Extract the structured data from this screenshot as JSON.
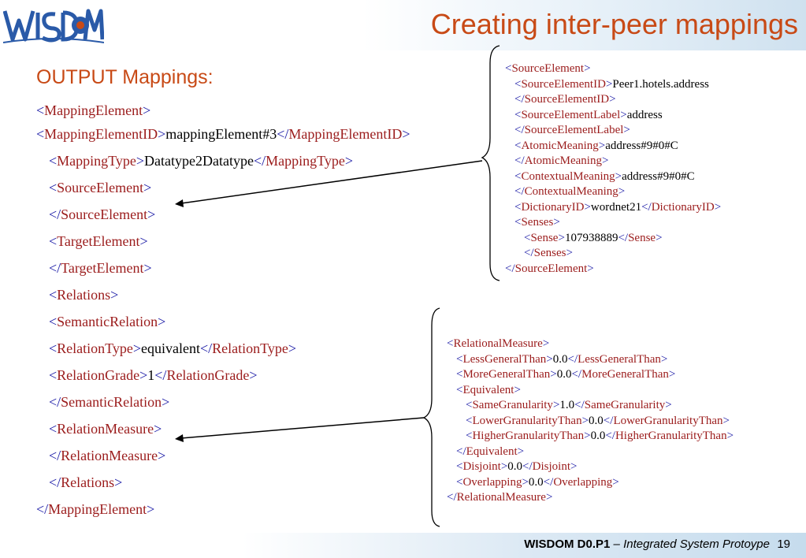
{
  "header": {
    "logo_text": "WISDOM",
    "title": "Creating inter-peer mappings"
  },
  "main": {
    "subtitle": "OUTPUT Mappings:",
    "mapping_lines": [
      {
        "open": "<",
        "tag": "MappingElement",
        "close": ">",
        "text": "",
        "open2": "",
        "tag2": "",
        "close2": ""
      },
      {
        "open": "<",
        "tag": "MappingElementID",
        "close": ">",
        "text": "mappingElement#3",
        "open2": "</",
        "tag2": "MappingElementID",
        "close2": ">"
      },
      {
        "open": "<",
        "tag": "MappingType",
        "close": ">",
        "text": "Datatype2Datatype",
        "open2": "</",
        "tag2": "MappingType",
        "close2": ">"
      },
      {
        "open": "<",
        "tag": "SourceElement",
        "close": ">",
        "text": "",
        "open2": "",
        "tag2": "",
        "close2": ""
      },
      {
        "open": "</",
        "tag": "SourceElement",
        "close": ">",
        "text": "",
        "open2": "",
        "tag2": "",
        "close2": ""
      },
      {
        "open": "<",
        "tag": "TargetElement",
        "close": ">",
        "text": "",
        "open2": "",
        "tag2": "",
        "close2": ""
      },
      {
        "open": "</",
        "tag": "TargetElement",
        "close": ">",
        "text": "",
        "open2": "",
        "tag2": "",
        "close2": ""
      },
      {
        "open": "<",
        "tag": "Relations",
        "close": ">",
        "text": "",
        "open2": "",
        "tag2": "",
        "close2": ""
      },
      {
        "open": "<",
        "tag": "SemanticRelation",
        "close": ">",
        "text": "",
        "open2": "",
        "tag2": "",
        "close2": ""
      },
      {
        "open": "<",
        "tag": "RelationType",
        "close": ">",
        "text": "equivalent",
        "open2": "</",
        "tag2": "RelationType",
        "close2": ">"
      },
      {
        "open": "<",
        "tag": "RelationGrade",
        "close": ">",
        "text": "1",
        "open2": "</",
        "tag2": "RelationGrade",
        "close2": ">"
      },
      {
        "open": "</",
        "tag": "SemanticRelation",
        "close": ">",
        "text": "",
        "open2": "",
        "tag2": "",
        "close2": ""
      },
      {
        "open": "<",
        "tag": "RelationMeasure",
        "close": ">",
        "text": "",
        "open2": "",
        "tag2": "",
        "close2": ""
      },
      {
        "open": "</",
        "tag": "RelationMeasure",
        "close": ">",
        "text": "",
        "open2": "",
        "tag2": "",
        "close2": ""
      },
      {
        "open": "</",
        "tag": "Relations",
        "close": ">",
        "text": "",
        "open2": "",
        "tag2": "",
        "close2": ""
      },
      {
        "open": "</",
        "tag": "MappingElement",
        "close": ">",
        "text": "",
        "open2": "",
        "tag2": "",
        "close2": ""
      }
    ],
    "source_element_lines": [
      {
        "open": "<",
        "tag": "SourceElement",
        "close": ">",
        "text": "",
        "open2": "",
        "tag2": "",
        "close2": ""
      },
      {
        "open": "<",
        "tag": "SourceElementID",
        "close": ">",
        "text": "Peer1.hotels.address",
        "open2": "",
        "tag2": "",
        "close2": ""
      },
      {
        "open": "</",
        "tag": "SourceElementID",
        "close": ">",
        "text": "",
        "open2": "",
        "tag2": "",
        "close2": ""
      },
      {
        "open": "<",
        "tag": "SourceElementLabel",
        "close": ">",
        "text": "address",
        "open2": "",
        "tag2": "",
        "close2": ""
      },
      {
        "open": "</",
        "tag": "SourceElementLabel",
        "close": ">",
        "text": "",
        "open2": "",
        "tag2": "",
        "close2": ""
      },
      {
        "open": "<",
        "tag": "AtomicMeaning",
        "close": ">",
        "text": "address#9#0#C",
        "open2": "",
        "tag2": "",
        "close2": ""
      },
      {
        "open": "</",
        "tag": "AtomicMeaning",
        "close": ">",
        "text": "",
        "open2": "",
        "tag2": "",
        "close2": ""
      },
      {
        "open": "<",
        "tag": "ContextualMeaning",
        "close": ">",
        "text": "address#9#0#C",
        "open2": "",
        "tag2": "",
        "close2": ""
      },
      {
        "open": "</",
        "tag": "ContextualMeaning",
        "close": ">",
        "text": "",
        "open2": "",
        "tag2": "",
        "close2": ""
      },
      {
        "open": "<",
        "tag": "DictionaryID",
        "close": ">",
        "text": "wordnet21",
        "open2": "</",
        "tag2": "DictionaryID",
        "close2": ">"
      },
      {
        "open": "<",
        "tag": "Senses",
        "close": ">",
        "text": "",
        "open2": "",
        "tag2": "",
        "close2": ""
      },
      {
        "open": "<",
        "tag": "Sense",
        "close": ">",
        "text": "107938889",
        "open2": "</",
        "tag2": "Sense",
        "close2": ">"
      },
      {
        "open": "</",
        "tag": "Senses",
        "close": ">",
        "text": "",
        "open2": "",
        "tag2": "",
        "close2": ""
      },
      {
        "open": "</",
        "tag": "SourceElement",
        "close": ">",
        "text": "",
        "open2": "",
        "tag2": "",
        "close2": ""
      }
    ],
    "relational_measure_lines": [
      {
        "open": "<",
        "tag": "RelationalMeasure",
        "close": ">",
        "text": "",
        "open2": "",
        "tag2": "",
        "close2": ""
      },
      {
        "open": "<",
        "tag": "LessGeneralThan",
        "close": ">",
        "text": "0.0",
        "open2": "</",
        "tag2": "LessGeneralThan",
        "close2": ">"
      },
      {
        "open": "<",
        "tag": "MoreGeneralThan",
        "close": ">",
        "text": "0.0",
        "open2": "</",
        "tag2": "MoreGeneralThan",
        "close2": ">"
      },
      {
        "open": "<",
        "tag": "Equivalent",
        "close": ">",
        "text": "",
        "open2": "",
        "tag2": "",
        "close2": ""
      },
      {
        "open": "<",
        "tag": "SameGranularity",
        "close": ">",
        "text": "1.0",
        "open2": "</",
        "tag2": "SameGranularity",
        "close2": ">"
      },
      {
        "open": "<",
        "tag": "LowerGranularityThan",
        "close": ">",
        "text": "0.0",
        "open2": "</",
        "tag2": "LowerGranularityThan",
        "close2": ">"
      },
      {
        "open": "<",
        "tag": "HigherGranularityThan",
        "close": ">",
        "text": "0.0",
        "open2": "</",
        "tag2": "HigherGranularityThan",
        "close2": ">"
      },
      {
        "open": "</",
        "tag": "Equivalent",
        "close": ">",
        "text": "",
        "open2": "",
        "tag2": "",
        "close2": ""
      },
      {
        "open": "<",
        "tag": "Disjoint",
        "close": ">",
        "text": "0.0",
        "open2": "</",
        "tag2": "Disjoint",
        "close2": ">"
      },
      {
        "open": "<",
        "tag": "Overlapping",
        "close": ">",
        "text": "0.0",
        "open2": "</",
        "tag2": "Overlapping",
        "close2": ">"
      },
      {
        "open": "</",
        "tag": "RelationalMeasure",
        "close": ">",
        "text": "",
        "open2": "",
        "tag2": "",
        "close2": ""
      }
    ]
  },
  "footer": {
    "project": "WISDOM D0.P1",
    "dash": " – ",
    "description": "Integrated System Protoype",
    "page_number": "19"
  },
  "colors": {
    "title": "#c84a16",
    "tag_name": "#9b1c1c",
    "bracket": "#1a1aa6",
    "logo_blue": "#2a5aa8"
  }
}
